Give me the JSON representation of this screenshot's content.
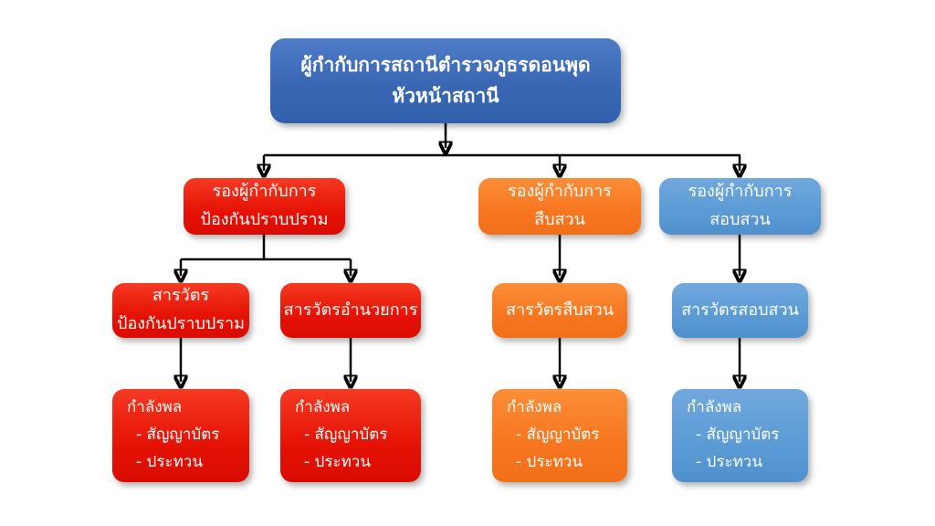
{
  "diagram_type": "org-chart",
  "colors": {
    "root_blue": "#3A67B3",
    "red": "#E51205",
    "orange": "#F7761F",
    "light_blue": "#5B9BD5",
    "connector": "#000000",
    "background": "#FFFFFF",
    "text": "#FFFFFF"
  },
  "nodes": {
    "root": {
      "line1": "ผู้กำกับการสถานีตำรวจภูธรดอนพุด",
      "line2": "หัวหน้าสถานี"
    },
    "deputies": [
      {
        "line1": "รองผู้กำกับการ",
        "line2": "ป้องกันปราบปราม"
      },
      {
        "line1": "รองผู้กำกับการ",
        "line2": "สืบสวน"
      },
      {
        "line1": "รองผู้กำกับการ",
        "line2": "สอบสวน"
      }
    ],
    "inspectors": [
      {
        "line1": "สารวัตร",
        "line2": "ป้องกันปราบปราม"
      },
      {
        "line1": "สารวัตรอำนวยการ"
      },
      {
        "line1": "สารวัตรสืบสวน"
      },
      {
        "line1": "สารวัตรสอบสวน"
      }
    ],
    "personnel": [
      {
        "title": "กำลังพล",
        "item1": "- สัญญาบัตร",
        "item2": "- ประทวน"
      },
      {
        "title": "กำลังพล",
        "item1": "- สัญญาบัตร",
        "item2": "- ประทวน"
      },
      {
        "title": "กำลังพล",
        "item1": "- สัญญาบัตร",
        "item2": "- ประทวน"
      },
      {
        "title": "กำลังพล",
        "item1": "- สัญญาบัตร",
        "item2": "- ประทวน"
      }
    ]
  }
}
